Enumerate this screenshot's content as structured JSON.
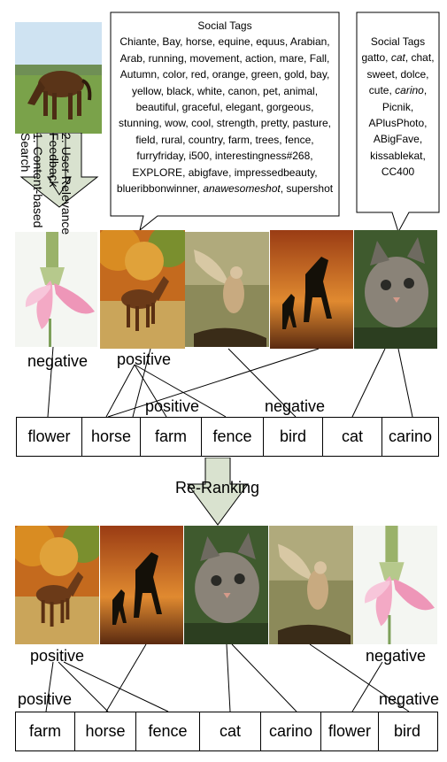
{
  "top_left_tags": {
    "title": "Social Tags",
    "segments": [
      {
        "t": "Chiante, Bay, horse, equine, equus, Arabian, Arab, running, movement, action, mare, Fall, Autumn, color, red, orange, green, gold, bay, yellow, black, white, canon, pet, animal, beautiful, graceful, elegant, gorgeous, stunning, wow, cool, strength, pretty, pasture, field, rural, country, farm, trees, fence, furryfriday, i500, interestingness#268, EXPLORE, abigfave, impressedbeauty, blueribbonwinner, ",
        "i": false
      },
      {
        "t": "anawesomeshot",
        "i": true
      },
      {
        "t": ", supershot",
        "i": false
      }
    ]
  },
  "top_right_tags": {
    "title": "Social Tags",
    "segments": [
      {
        "t": "gatto, ",
        "i": false
      },
      {
        "t": "cat",
        "i": true
      },
      {
        "t": ", chat, sweet, dolce, cute, ",
        "i": false
      },
      {
        "t": "carino",
        "i": true
      },
      {
        "t": ", Picnik, APlusPhoto, ABigFave, kissablekat, CC400",
        "i": false
      }
    ]
  },
  "arrow_labels": [
    "1. Content-based Search",
    "2. User Relevance Feedback"
  ],
  "top_row_images": [
    "flower-image",
    "horse-autumn-image",
    "hawk-image",
    "horses-sunset-image",
    "kitten-image"
  ],
  "top_feedback": {
    "neg1": "negative",
    "pos1": "positive",
    "pos2": "positive",
    "neg2": "negative"
  },
  "top_keywords": [
    "flower",
    "horse",
    "farm",
    "fence",
    "bird",
    "cat",
    "carino"
  ],
  "reranking_label": "Re-Ranking",
  "bottom_row_images": [
    "horse-autumn-image",
    "horses-sunset-image",
    "kitten-image",
    "hawk-image",
    "flower-image"
  ],
  "bottom_feedback": {
    "pos1": "positive",
    "pos2": "positive",
    "neg1": "negative",
    "neg2": "negative"
  },
  "bottom_keywords": [
    "farm",
    "horse",
    "fence",
    "cat",
    "carino",
    "flower",
    "bird"
  ],
  "colors": {
    "arrow_fill": "#d9e2cf",
    "border": "#000000"
  }
}
